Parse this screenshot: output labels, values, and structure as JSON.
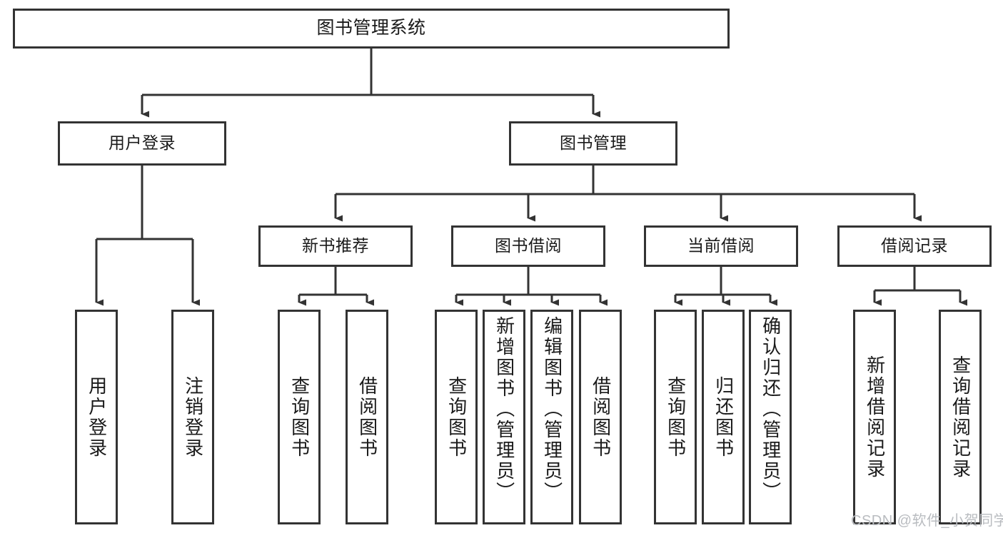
{
  "diagram": {
    "title": "图书管理系统",
    "type": "tree-hierarchy-chart",
    "colors": {
      "box_border": "#333333",
      "box_fill": "#ffffff",
      "edge": "#333333",
      "text": "#1a1a1a",
      "watermark": "#b9bcc0",
      "background": "#ffffff"
    },
    "root": {
      "label": "图书管理系统"
    },
    "level2": [
      {
        "label": "用户登录"
      },
      {
        "label": "图书管理"
      }
    ],
    "level3": [
      {
        "label": "新书推荐"
      },
      {
        "label": "图书借阅"
      },
      {
        "label": "当前借阅"
      },
      {
        "label": "借阅记录"
      }
    ],
    "leaves": {
      "user_login": [
        {
          "label": "用户登录"
        },
        {
          "label": "注销登录"
        }
      ],
      "new_book_recommend": [
        {
          "label": "查询图书"
        },
        {
          "label": "借阅图书"
        }
      ],
      "book_borrow": [
        {
          "label": "查询图书"
        },
        {
          "label": "新增图书（管理员）"
        },
        {
          "label": "编辑图书（管理员）"
        },
        {
          "label": "借阅图书"
        }
      ],
      "current_borrow": [
        {
          "label": "查询图书"
        },
        {
          "label": "归还图书"
        },
        {
          "label": "确认归还（管理员）"
        }
      ],
      "borrow_record": [
        {
          "label": "新增借阅记录"
        },
        {
          "label": "查询借阅记录"
        }
      ]
    },
    "watermark": "CSDN @软件_小贺同学"
  }
}
